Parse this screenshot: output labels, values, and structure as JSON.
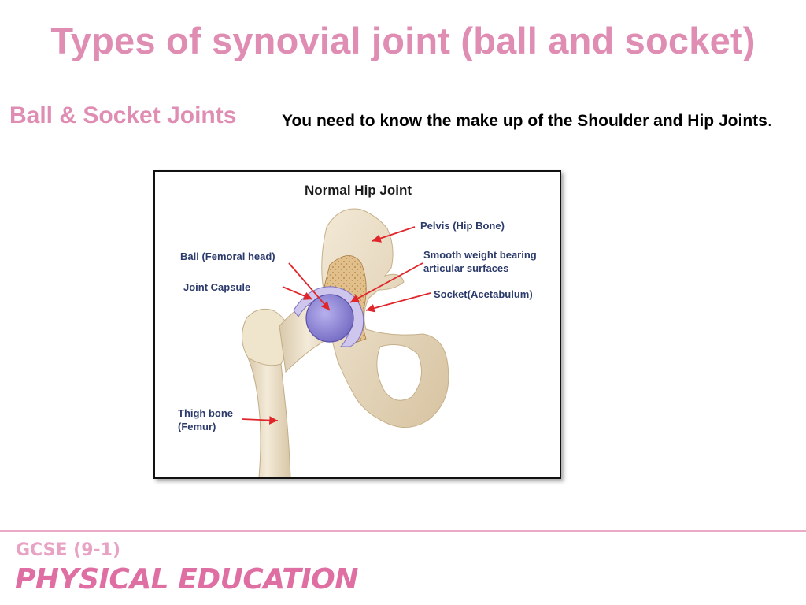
{
  "slide": {
    "title": "Types of synovial joint (ball and socket)",
    "subtitle": "Ball & Socket Joints",
    "intro_bold": "You need to know the make up of the Shoulder and Hip Joints",
    "intro_tail": "."
  },
  "figure": {
    "title": "Normal Hip Joint",
    "labels": {
      "pelvis": "Pelvis (Hip Bone)",
      "smooth_1": "Smooth weight bearing",
      "smooth_2": "articular surfaces",
      "socket": "Socket(Acetabulum)",
      "ball": "Ball (Femoral head)",
      "capsule": "Joint Capsule",
      "thigh_1": "Thigh bone",
      "thigh_2": "(Femur)"
    }
  },
  "footer": {
    "line1": "GCSE (9-1)",
    "line2": "PHYSICAL EDUCATION"
  },
  "colors": {
    "accent_pink": "#df8db3",
    "brand_pink": "#df6fa3",
    "arrow_red": "#e0262b",
    "label_navy": "#2b3a6b",
    "bone": "#e9dcc4",
    "cartilage": "#8e86d4"
  }
}
